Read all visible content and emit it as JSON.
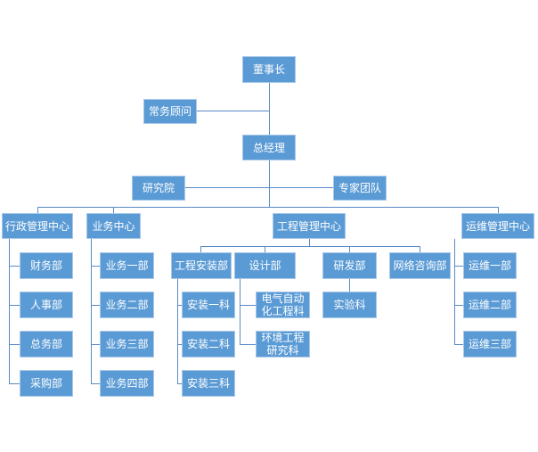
{
  "chairman": "董事长",
  "advisor": "常务顾问",
  "gm": "总经理",
  "institute": "研究院",
  "experts": "专家团队",
  "centers": [
    "行政管理中心",
    "业务中心",
    "工程管理中心",
    "运维管理中心"
  ],
  "admin": [
    "财务部",
    "人事部",
    "总务部",
    "采购部"
  ],
  "business": [
    "业务一部",
    "业务二部",
    "业务三部",
    "业务四部"
  ],
  "eng": [
    "工程安装部",
    "设计部",
    "研发部",
    "网络咨询部"
  ],
  "install": [
    "安装一科",
    "安装二科",
    "安装三科"
  ],
  "design": [
    "电气自动化工程科",
    "环境工程研究科"
  ],
  "rnd": [
    "实验科"
  ],
  "ops": [
    "运维一部",
    "运维二部",
    "运维三部"
  ]
}
